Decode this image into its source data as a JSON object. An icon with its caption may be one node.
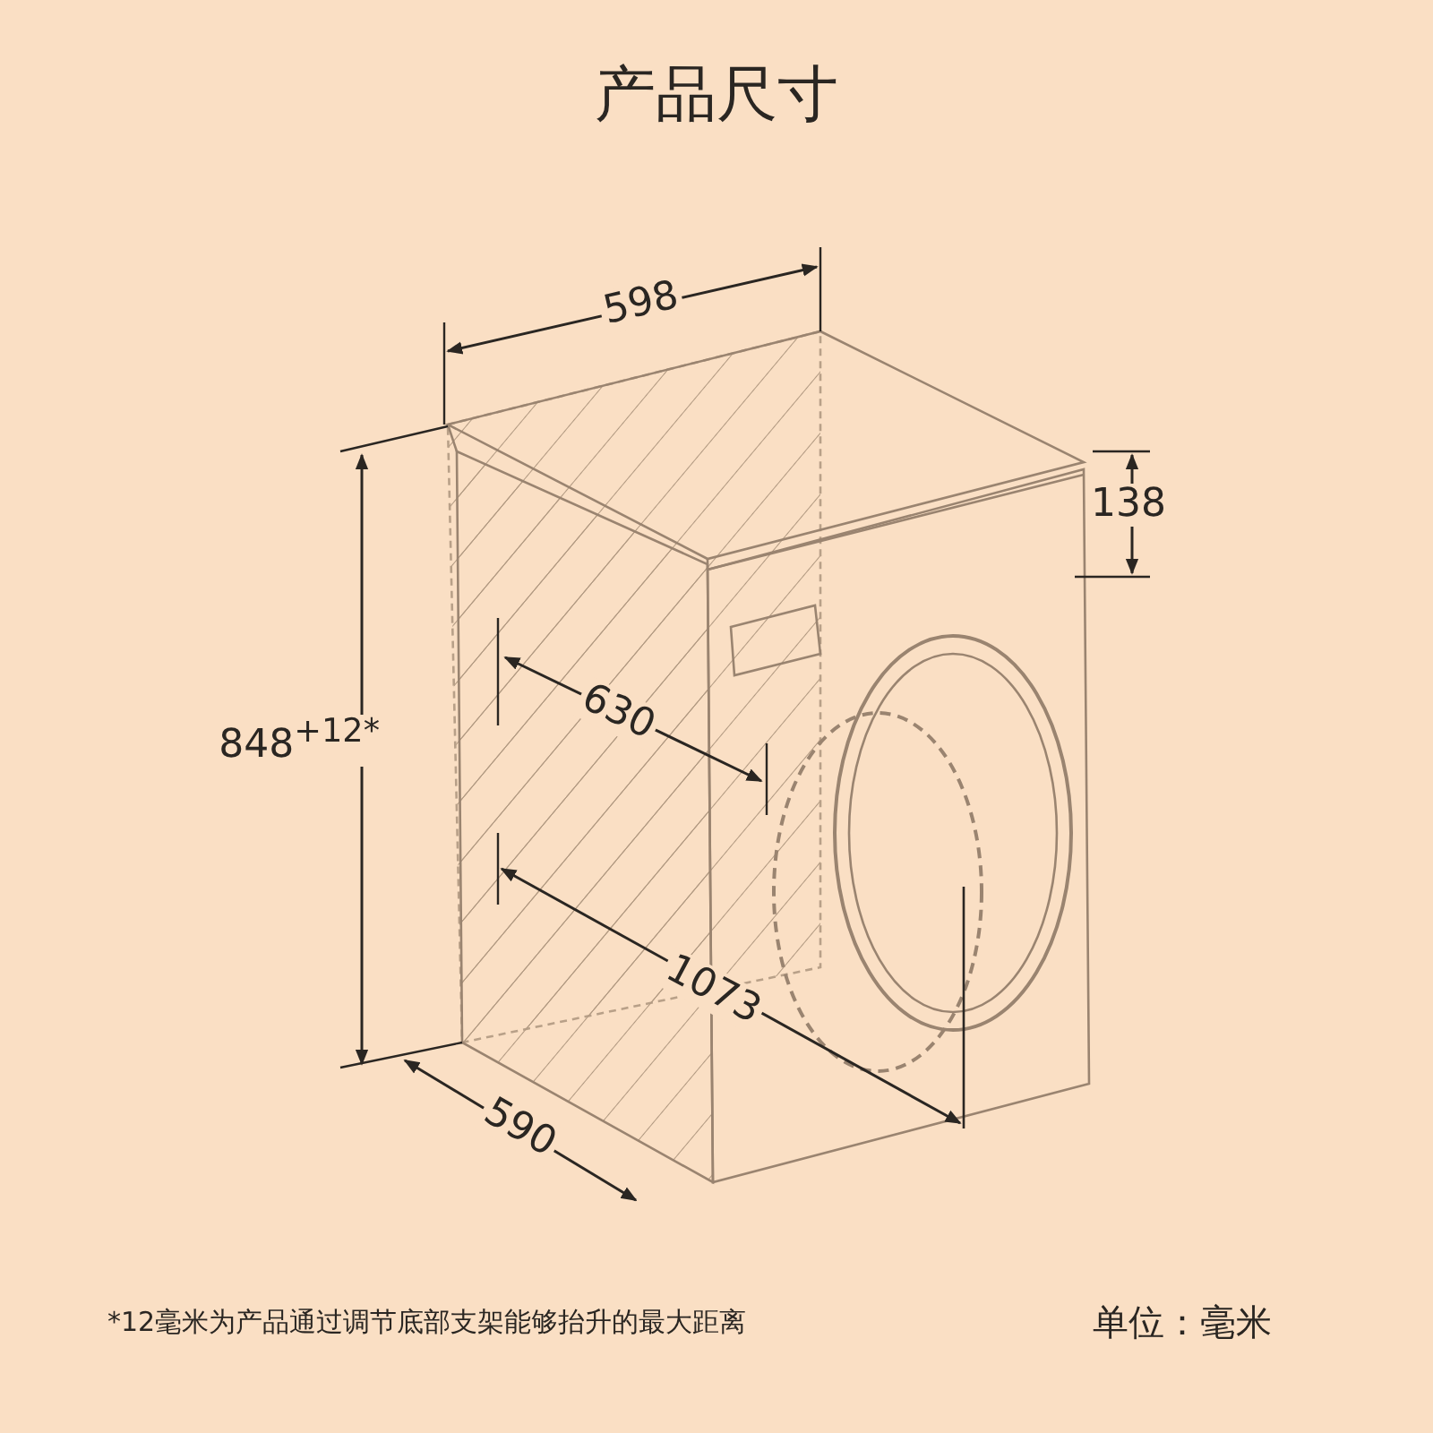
{
  "diagram": {
    "title": "产品尺寸",
    "labels": [
      "598",
      "138",
      "848$^{+12*}$",
      "630",
      "1073",
      "590",
      "*12毫米为产品通过调节底部支架能够抬升的最大距离",
      "单位：毫米"
    ]
  }
}
